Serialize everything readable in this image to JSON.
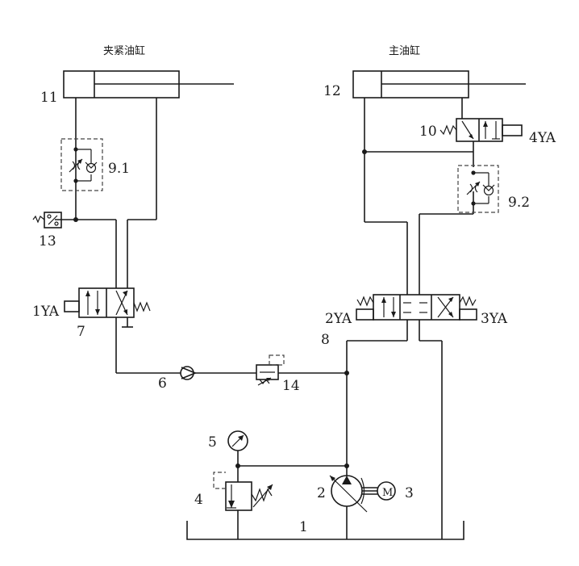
{
  "titles": {
    "clamp_cylinder": "夹紧油缸",
    "main_cylinder": "主油缸"
  },
  "labels": {
    "l1": "1",
    "l2": "2",
    "l3": "3",
    "l4": "4",
    "l5": "5",
    "l6": "6",
    "l7": "7",
    "l8": "8",
    "l9_1": "9.1",
    "l9_2": "9.2",
    "l10": "10",
    "l11": "11",
    "l12": "12",
    "l13": "13",
    "l14": "14",
    "ya1": "1YA",
    "ya2": "2YA",
    "ya3": "3YA",
    "ya4": "4YA",
    "motor": "M"
  }
}
